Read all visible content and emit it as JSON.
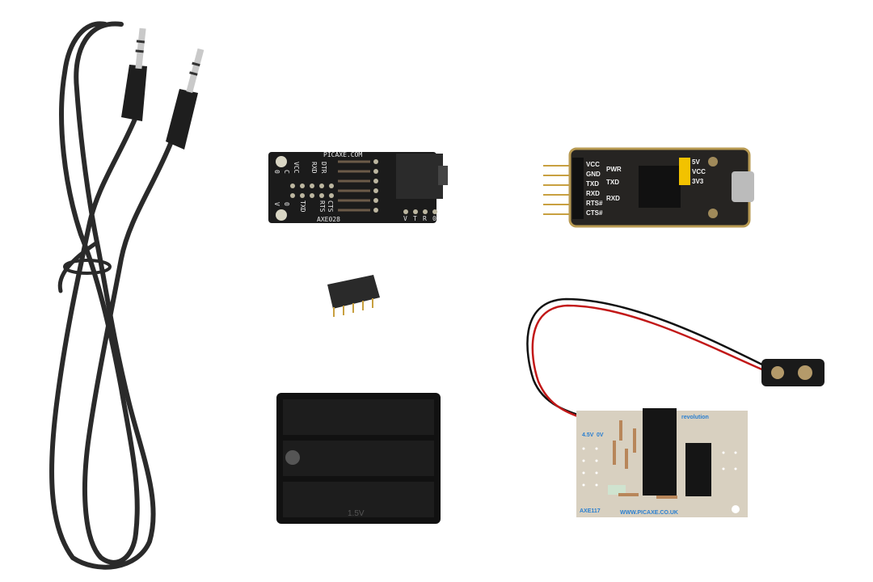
{
  "axe028_board": {
    "site_label": "PICAXE.COM",
    "model_label": "AXE028",
    "pin_labels": [
      "VCC",
      "RXD",
      "DTR",
      "TXD",
      "RTS",
      "CTS"
    ],
    "side_labels": [
      "0",
      "C",
      "V",
      "0"
    ],
    "jack_labels": [
      "V",
      "T",
      "R",
      "0"
    ]
  },
  "usb_adapter": {
    "pin_labels": [
      "VCC",
      "GND",
      "TXD",
      "RXD",
      "RTS#",
      "CTS#"
    ],
    "led_labels": [
      "PWR",
      "TXD",
      "RXD"
    ],
    "jumper_labels": [
      "5V",
      "VCC",
      "3V3"
    ],
    "accent_color": "#f2c200"
  },
  "revolution_board": {
    "brand_label": "revolution",
    "website_label": "WWW.PICAXE.CO.UK",
    "model_label": "AXE117",
    "power_labels": [
      "4.5V",
      "0V"
    ],
    "board_color": "#d8d0c0",
    "text_color": "#2a7fd0"
  },
  "battery_holder": {
    "voltage_label": "1.5V"
  }
}
